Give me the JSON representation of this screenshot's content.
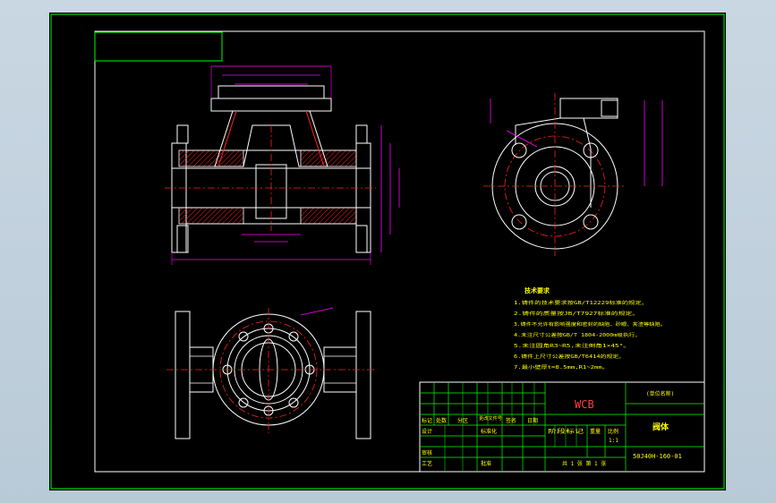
{
  "drawing": {
    "material": "WCB",
    "part_name": "阀体",
    "drawing_number": "50J40H-160-01",
    "unit_name": "(单位名称)",
    "scale": "1:1",
    "sheet_info": "共 1 张  第 1 张"
  },
  "title_block": {
    "labels": [
      "标记",
      "处数",
      "分区",
      "更改文件号",
      "签名",
      "日期",
      "设计",
      "标准化",
      "阶段标记",
      "重量",
      "比例",
      "审核",
      "工艺",
      "批准"
    ]
  },
  "technical_requirements": {
    "heading": "技术要求",
    "items": [
      "1.铸件的技术要求按GB/T12229标准的规定。",
      "2.铸件的质量按JB/T7927标准的规定。",
      "3.铸件不允许有影响强度和密封的缺陷、砂眼、夹渣等缺陷。",
      "4.未注尺寸公差按GB/T 1804-2000m级执行。",
      "5.未注圆角R3~R5,未注倒角1×45°。",
      "6.铸件上尺寸公差按GB/T6414的规定。",
      "7.最小壁厚t=8.5mm,R1~2mm。"
    ]
  },
  "colors": {
    "frame": "#00ff00",
    "outline": "#ffffff",
    "dimension": "#ff00ff",
    "centerline": "#ff2020",
    "hatch": "#ff2020",
    "text": "#ffff00"
  }
}
